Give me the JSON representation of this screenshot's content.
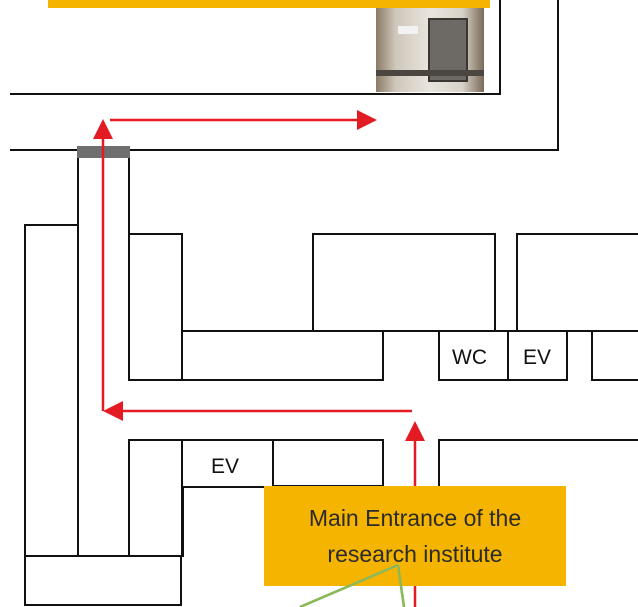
{
  "rooms": {
    "wc_label": "WC",
    "ev_label_upper": "EV",
    "ev_label_lower": "EV"
  },
  "callout": {
    "line1": "Main Entrance of the",
    "line2": "research institute"
  },
  "colors": {
    "route": "#e31b23",
    "callout_fill": "#f5b400",
    "walls": "#111111",
    "doorway": "#6f6f6f",
    "pointer": "#8bb85a"
  },
  "icons": {
    "route_arrows": "arrow",
    "photo": "door-photo"
  }
}
